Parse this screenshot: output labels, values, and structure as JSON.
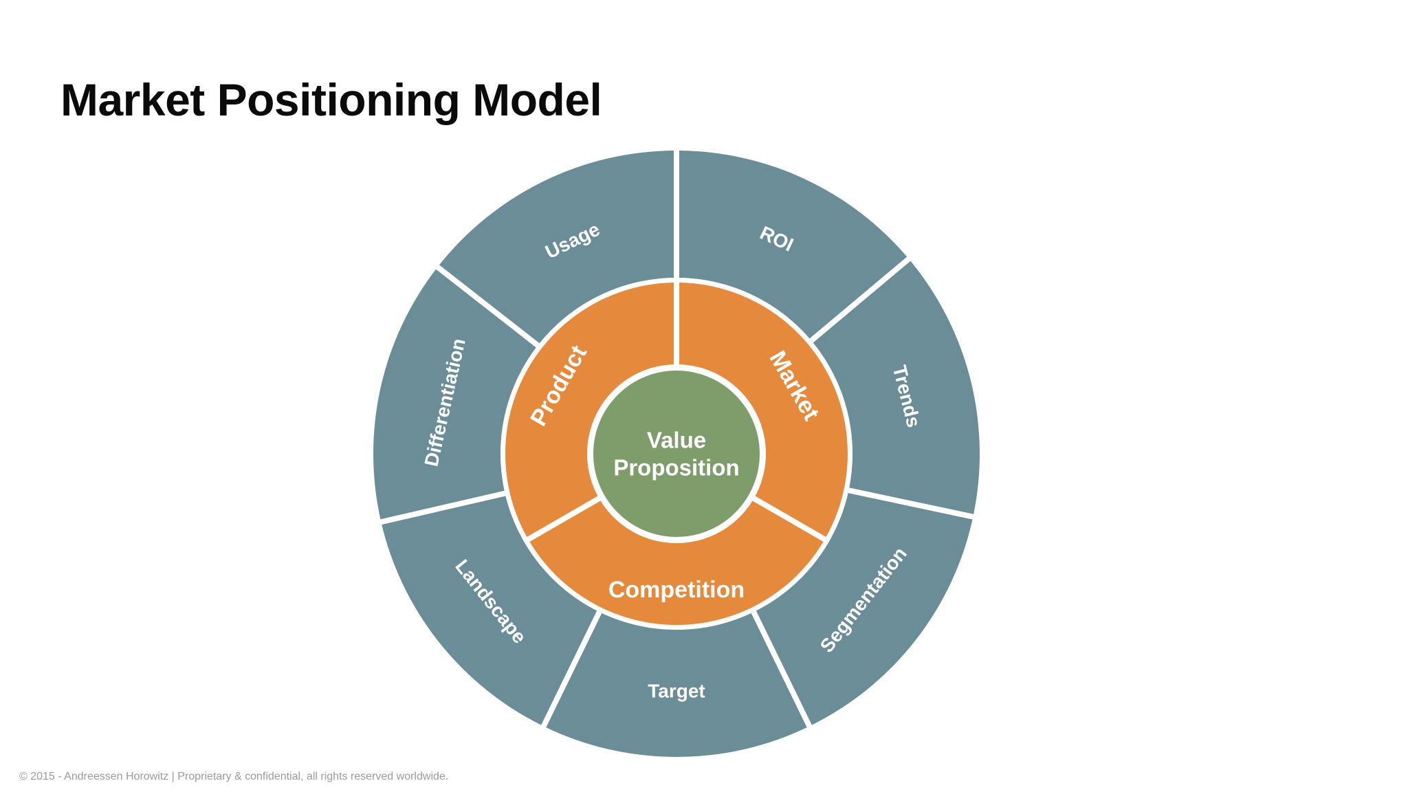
{
  "title": "Market Positioning Model",
  "footer": "© 2015 - Andreessen Horowitz | Proprietary & confidential, all rights reserved worldwide.",
  "colors": {
    "outer": "#6a8d97",
    "middle": "#e5893d",
    "center": "#7e9d6b",
    "separator": "#ffffff",
    "title": "#0a0a0a",
    "footer": "#9a9a9a"
  },
  "center": {
    "lines": [
      "Value",
      "Proposition"
    ]
  },
  "middle_ring": [
    {
      "label": "Product"
    },
    {
      "label": "Market"
    },
    {
      "label": "Competition"
    }
  ],
  "outer_ring": [
    {
      "label": "ROI"
    },
    {
      "label": "Trends"
    },
    {
      "label": "Segmentation"
    },
    {
      "label": "Target"
    },
    {
      "label": "Landscape"
    },
    {
      "label": "Differentiation"
    },
    {
      "label": "Usage"
    }
  ]
}
